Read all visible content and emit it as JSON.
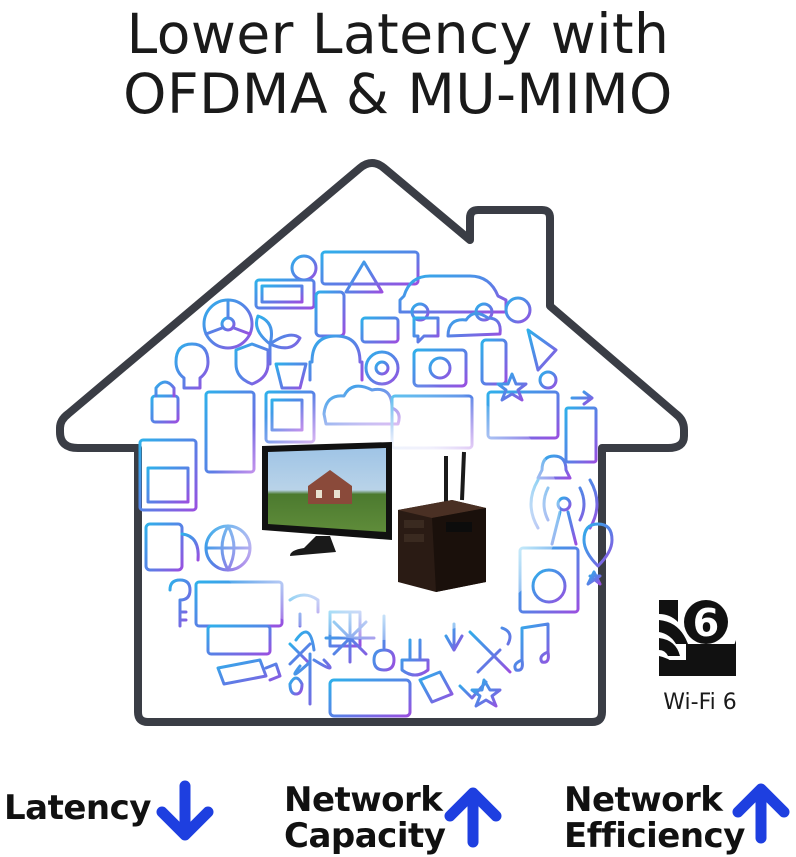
{
  "headline": {
    "line1": "Lower Latency with",
    "line2": "OFDMA & MU-MIMO"
  },
  "badge": {
    "number": "6",
    "label": "Wi-Fi 6"
  },
  "metrics": [
    {
      "label_line1": "Latency",
      "label_line2": "",
      "direction": "down",
      "icon": "arrow-down-icon"
    },
    {
      "label_line1": "Network",
      "label_line2": "Capacity",
      "direction": "up",
      "icon": "arrow-up-icon"
    },
    {
      "label_line1": "Network",
      "label_line2": "Efficiency",
      "direction": "up",
      "icon": "arrow-up-icon"
    }
  ],
  "colors": {
    "arrow_blue": "#1e3fe0",
    "house_outline": "#3a3d45",
    "icon_gradient_start": "#37a9e8",
    "icon_gradient_end": "#8a4fe0"
  }
}
